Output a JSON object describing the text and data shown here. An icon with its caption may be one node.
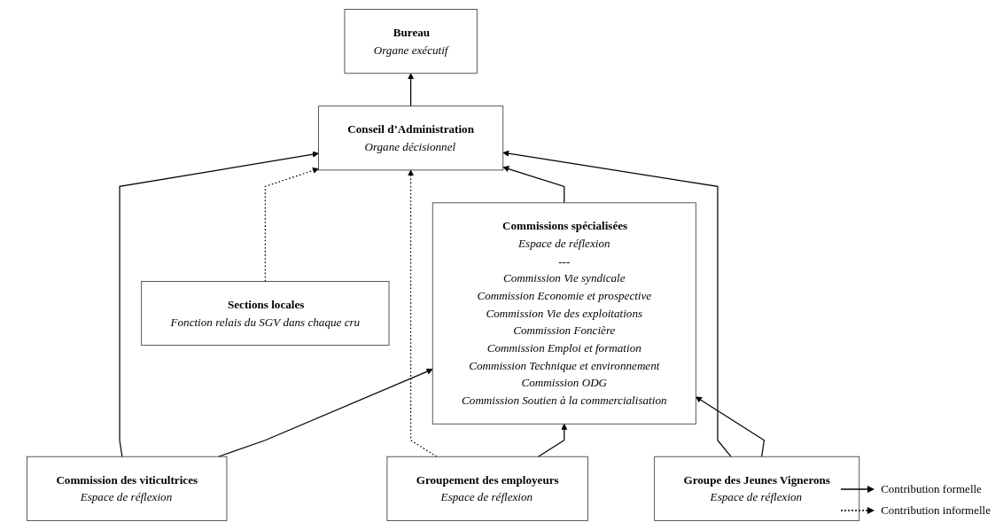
{
  "diagram": {
    "nodes": [
      {
        "text": [
          "Bureau",
          "Organe exécutif"
        ]
      },
      {
        "text": [
          "Conseil d’Administration",
          "Organe décisionnel"
        ]
      },
      {
        "text": [
          "Commission des viticultrices",
          "Espace de réflexion"
        ]
      },
      {
        "text": [
          "Groupe des Jeunes Vignerons",
          "Espace de réflexion"
        ]
      },
      {
        "text": [
          "Commissions spécialisées",
          "Espace de réflexion",
          "---",
          "Commission Vie syndicale",
          "Commission Economie et prospective",
          "Commission Vie des exploitations",
          "Commission Foncière",
          "Commission Emploi et formation",
          "Commission Technique et environnement",
          "Commission ODG",
          "Commission Soutien à la commercialisation"
        ]
      },
      {
        "text": [
          "Groupement des employeurs",
          "Espace de réflexion"
        ]
      },
      {
        "text": [
          "Sections locales",
          "Fonction relais du SGV dans chaque cru"
        ]
      }
    ],
    "edges": [
      {
        "from": 1,
        "to": 0,
        "arrow": "to"
      },
      {
        "from": 5,
        "to": 1,
        "arrow": "to",
        "style": "dashed"
      },
      {
        "from": 2,
        "to": 1,
        "arrow": "to"
      },
      {
        "from": 4,
        "to": 1,
        "arrow": "to"
      },
      {
        "from": 3,
        "to": 1,
        "arrow": "to"
      },
      {
        "from": 6,
        "to": 1,
        "arrow": "to",
        "style": "dashed"
      },
      {
        "from": 2,
        "to": 4,
        "arrow": "to"
      },
      {
        "from": 3,
        "to": 4,
        "arrow": "to"
      },
      {
        "from": 5,
        "to": 4,
        "arrow": "to"
      }
    ],
    "legend": [
      {
        "text": "Contribution formelle"
      },
      {
        "text": "Contribution informelle"
      }
    ]
  }
}
